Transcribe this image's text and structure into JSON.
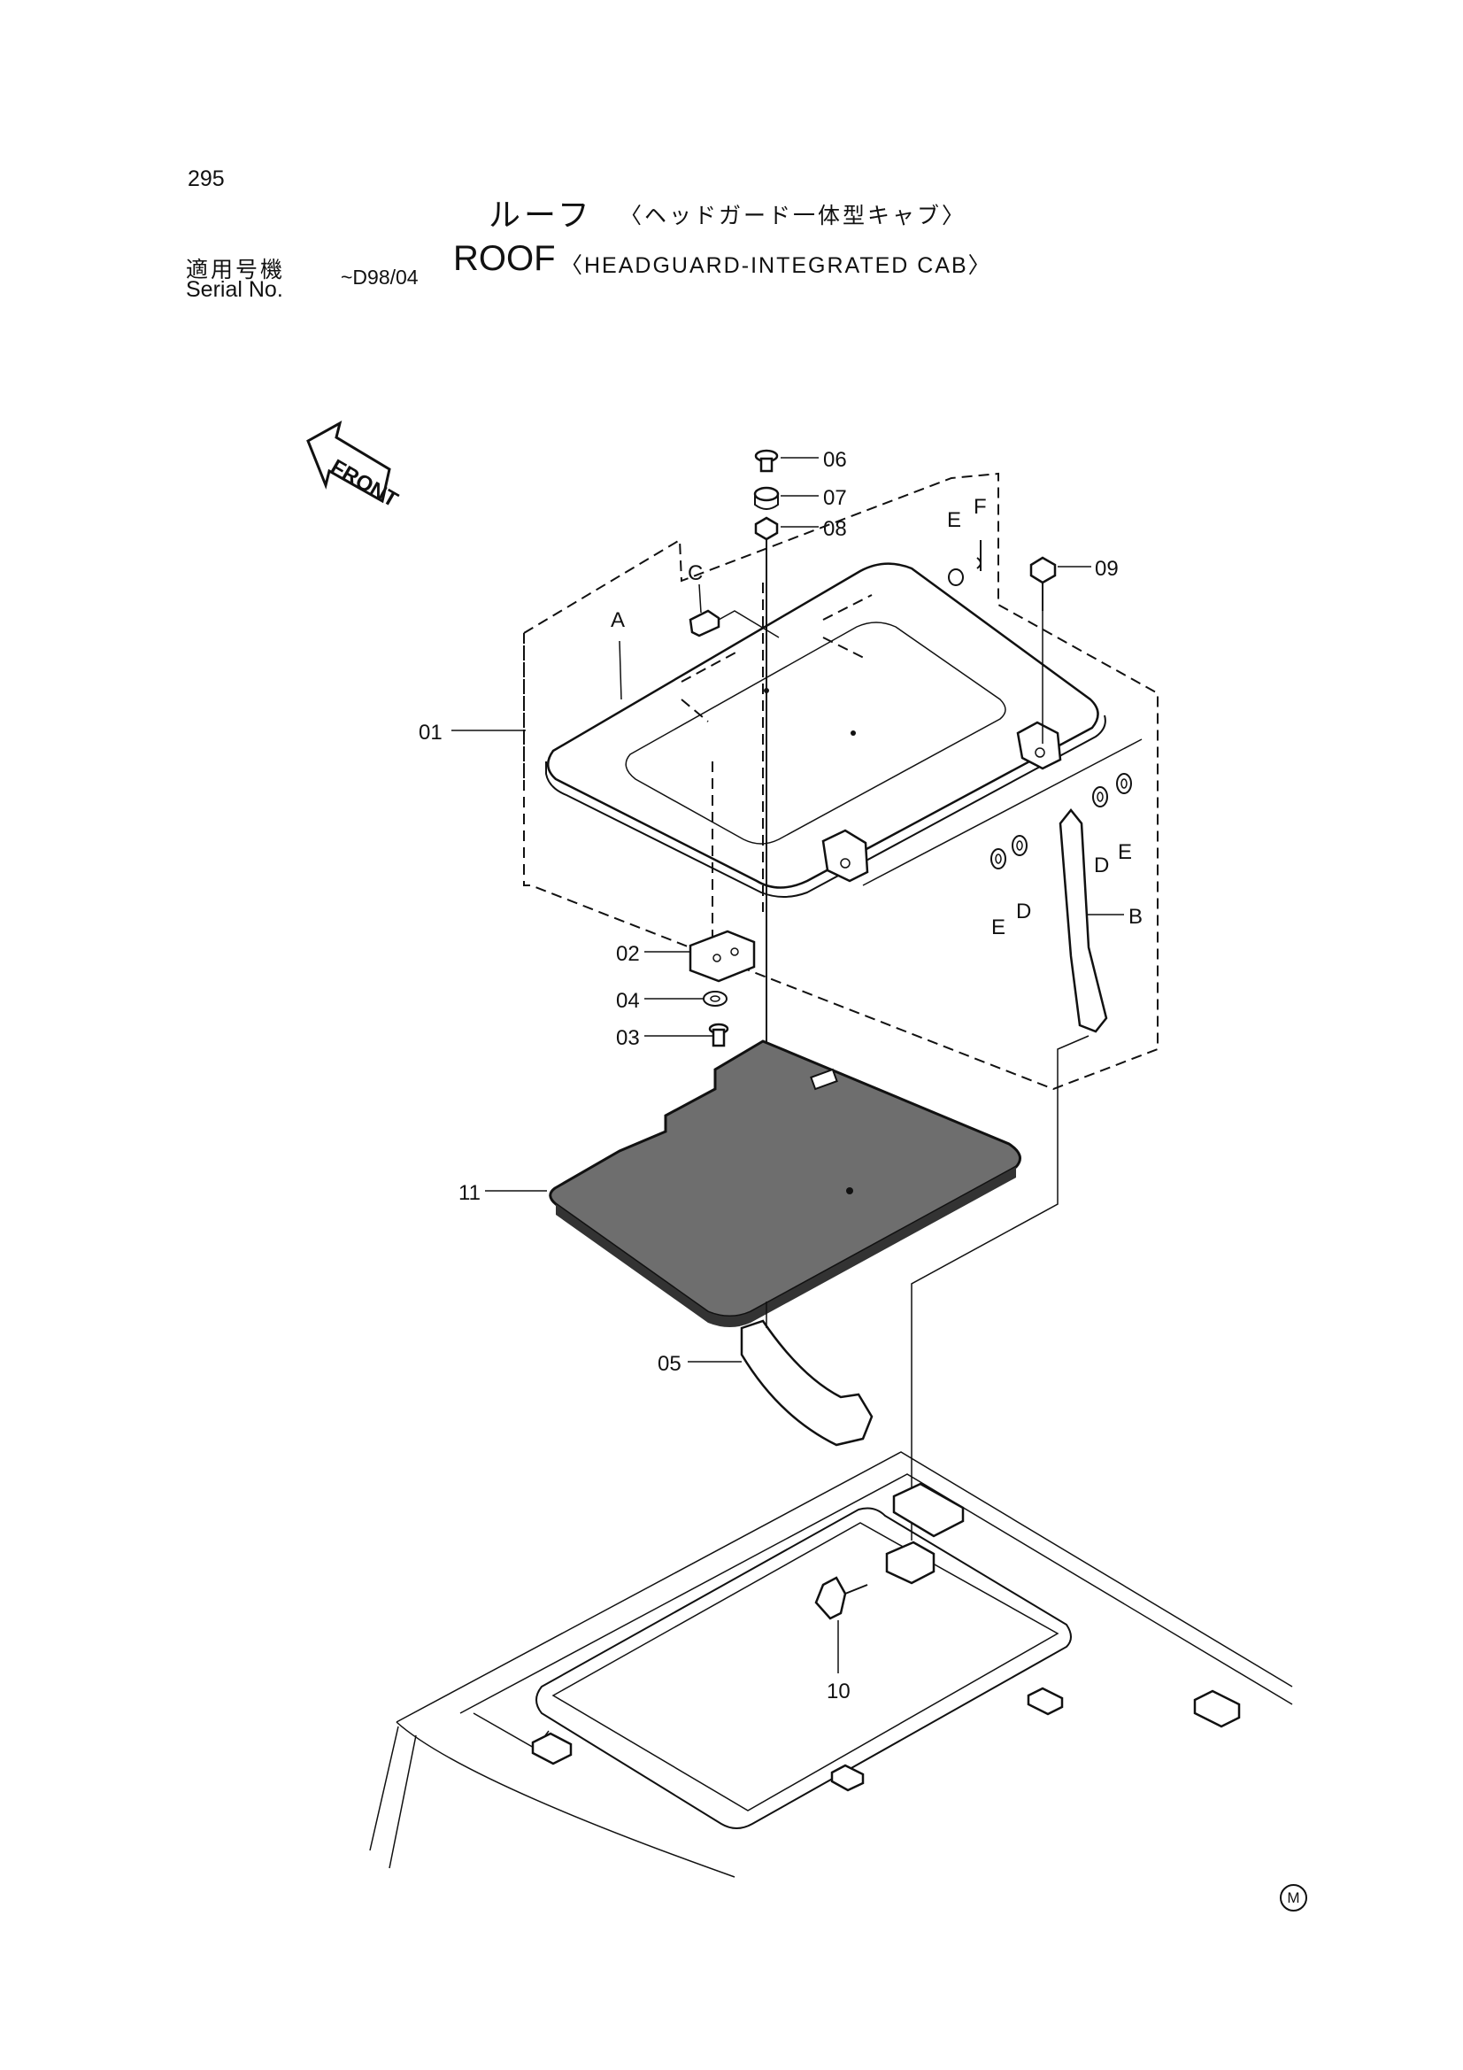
{
  "header": {
    "page_number": "295",
    "title_jp": "ルーフ",
    "title_jp_sub": "〈ヘッドガード一体型キャブ〉",
    "serial_label_jp": "適用号機",
    "serial_label_en": "Serial No.",
    "serial_range": "~D98/04",
    "title_en": "ROOF",
    "title_en_sub": "〈HEADGUARD-INTEGRATED  CAB〉"
  },
  "diagram": {
    "front_label": "FRONT",
    "part_callouts": [
      "01",
      "02",
      "03",
      "04",
      "05",
      "06",
      "07",
      "08",
      "09",
      "10",
      "11"
    ],
    "sub_callouts": [
      "A",
      "B",
      "C",
      "D",
      "D",
      "E",
      "E",
      "E",
      "F"
    ],
    "mark": "M"
  }
}
